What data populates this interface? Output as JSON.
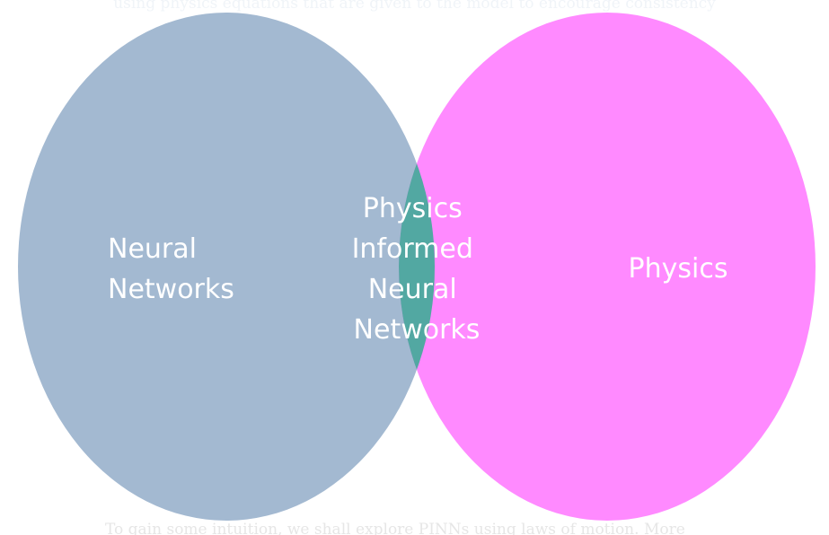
{
  "captions": {
    "top": "using physics equations that are given to the model to encourage consistency",
    "bottom": "To gain some intuition, we shall explore PINNs using laws of motion. More"
  },
  "venn": {
    "left": {
      "lines": [
        "Neural",
        "Networks"
      ],
      "color": "#a3b9d1"
    },
    "right": {
      "lines": [
        "Physics"
      ],
      "color": "#ff8aff"
    },
    "intersection": {
      "lines": [
        "Physics",
        "Informed",
        "Neural",
        "Networks"
      ],
      "color": "#52a8a2"
    },
    "text_color": "#ffffff"
  }
}
